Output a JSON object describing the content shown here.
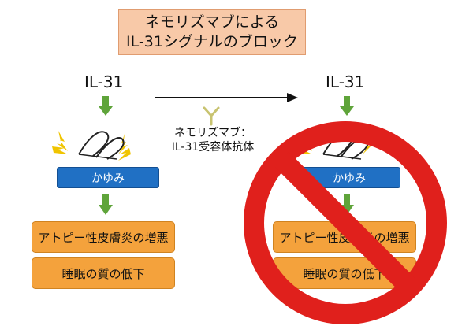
{
  "title": {
    "line1": "ネモリズマブによる",
    "line2": "IL-31シグナルのブロック"
  },
  "left": {
    "cytokine": "IL-31",
    "itch": "かゆみ",
    "results": [
      "アトピー性皮膚炎の増悪",
      "睡眠の質の低下"
    ]
  },
  "right": {
    "cytokine": "IL-31",
    "itch": "かゆみ",
    "results": [
      "アトピー性皮膚炎の増悪",
      "睡眠の質の低下"
    ]
  },
  "antibody": {
    "line1": "ネモリズマブ：",
    "line2": "IL-31受容体抗体"
  },
  "colors": {
    "title_bg": "#f8c9a8",
    "arrow_green": "#5fa43a",
    "itch_blue": "#2070c4",
    "result_orange": "#f4a23c",
    "prohibit_red": "#e0201c"
  }
}
